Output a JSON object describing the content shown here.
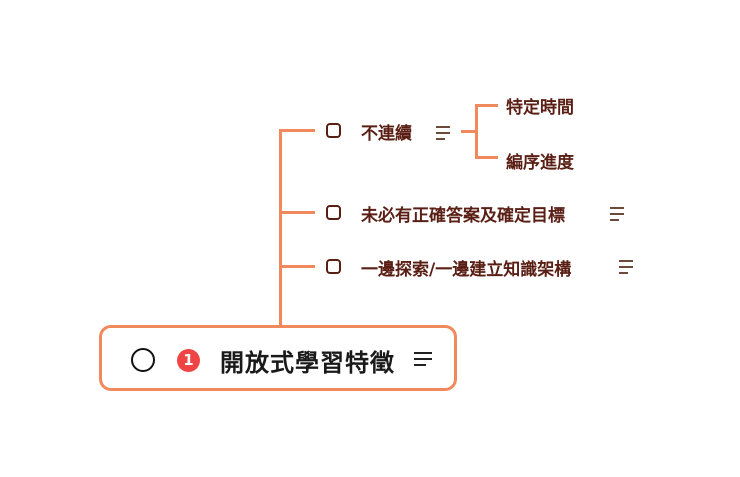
{
  "colors": {
    "connector": "#f08a5d",
    "text": "#5a1f14",
    "badge": "#ee4443"
  },
  "root": {
    "label": "開放式學習特徵",
    "badge": "1",
    "checkbox_icon": "circle-icon",
    "notes_icon": "notes-icon"
  },
  "branches": [
    {
      "label": "不連續",
      "checkbox_icon": "square-icon",
      "notes_icon": "notes-icon",
      "children": [
        {
          "label": "特定時間"
        },
        {
          "label": "編序進度"
        }
      ]
    },
    {
      "label": "未必有正確答案及確定目標",
      "checkbox_icon": "square-icon",
      "notes_icon": "notes-icon"
    },
    {
      "label": "一邊探索/一邊建立知識架構",
      "checkbox_icon": "square-icon",
      "notes_icon": "notes-icon"
    }
  ]
}
